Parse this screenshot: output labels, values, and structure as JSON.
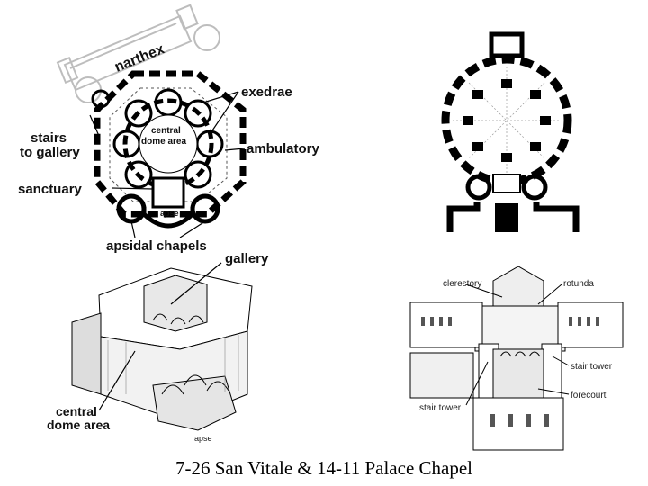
{
  "san_vitale_plan": {
    "labels": {
      "narthex": "narthex",
      "exedrae": "exedrae",
      "central": "central",
      "dome_area": "dome area",
      "stairs": "stairs",
      "to_gallery": "to gallery",
      "ambulatory": "ambulatory",
      "sanctuary": "sanctuary",
      "apse": "apse",
      "apsidal_chapels": "apsidal chapels"
    }
  },
  "san_vitale_cutaway": {
    "labels": {
      "gallery": "gallery",
      "central": "central",
      "dome_area": "dome area",
      "apse": "apse"
    }
  },
  "palace_chapel_cutaway": {
    "labels": {
      "clerestory": "clerestory",
      "rotunda": "rotunda",
      "stair_tower_right": "stair tower",
      "forecourt": "forecourt",
      "stair_tower_left": "stair tower"
    }
  },
  "caption": "7-26 San Vitale &  14-11 Palace Chapel"
}
